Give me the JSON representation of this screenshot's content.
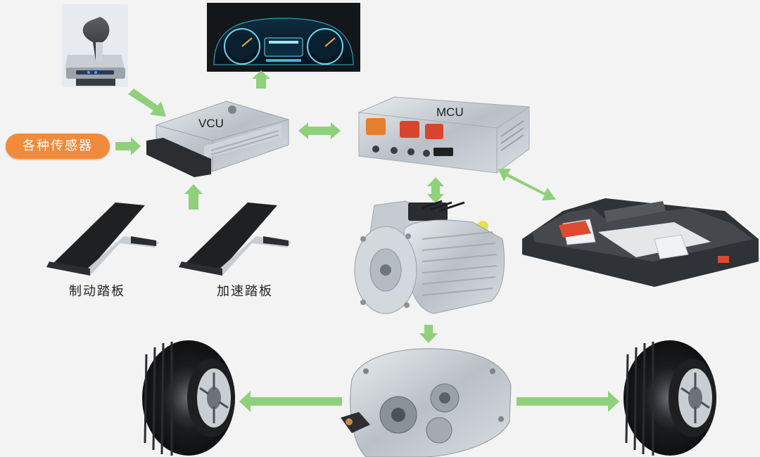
{
  "labels": {
    "vcu": "VCU",
    "mcu": "MCU",
    "sensors": "各种传感器",
    "brake_pedal": "制动踏板",
    "accel_pedal": "加速踏板"
  },
  "colors": {
    "arrow": "#8fd07a",
    "sensor_badge": "#f28a3c",
    "background": "#f3f3f3"
  },
  "icons": [
    "gear-shifter-icon",
    "dashboard-cluster-icon",
    "vcu-module-icon",
    "mcu-inverter-icon",
    "battery-pack-icon",
    "electric-motor-icon",
    "reduction-gearbox-icon",
    "tire-icon"
  ]
}
